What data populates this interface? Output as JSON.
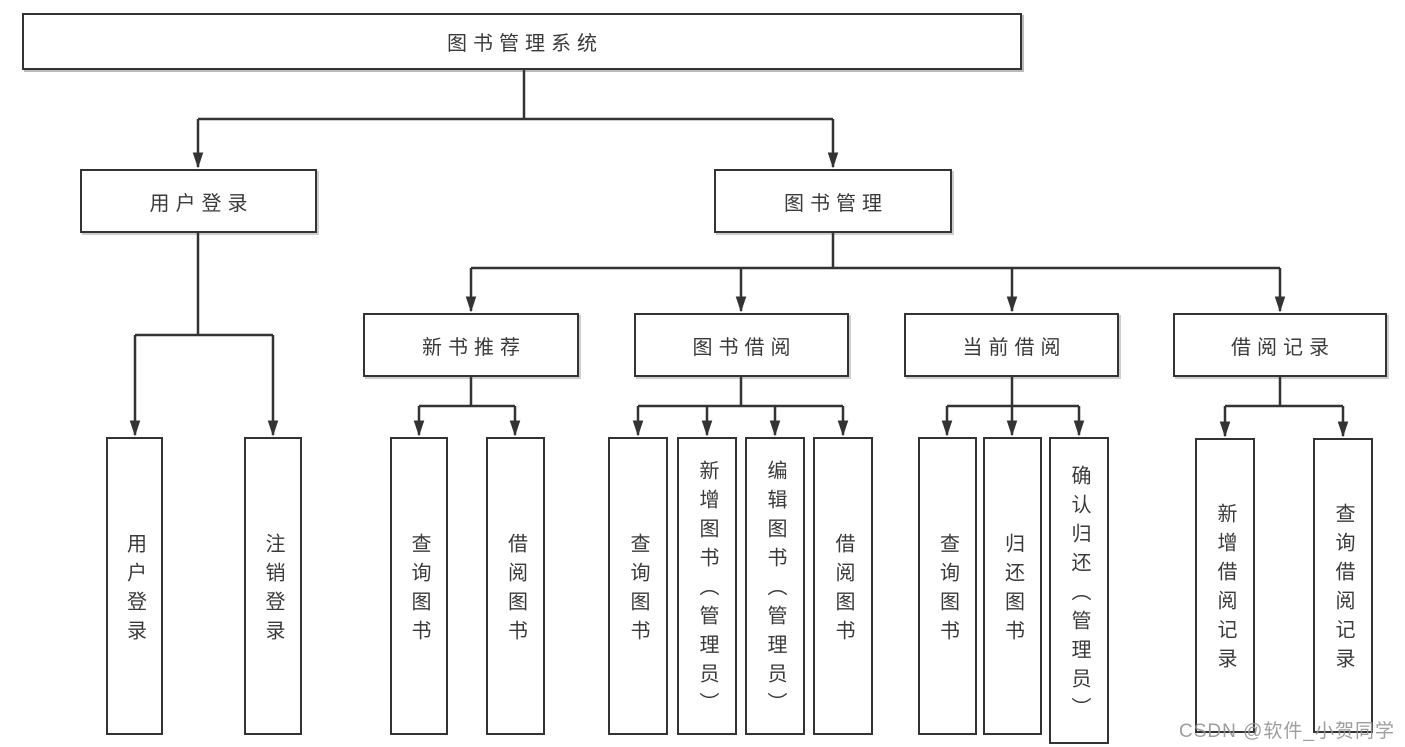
{
  "colors": {
    "line": "#333333",
    "box_border": "#333333",
    "text": "#3a3a3a",
    "background": "#ffffff",
    "watermark": "#949494"
  },
  "watermark": "CSDN @软件_小贺同学",
  "tree": {
    "label": "图书管理系统",
    "children": [
      {
        "label": "用户登录",
        "children": [
          {
            "label": "用户登录"
          },
          {
            "label": "注销登录"
          }
        ]
      },
      {
        "label": "图书管理",
        "children": [
          {
            "label": "新书推荐",
            "children": [
              {
                "label": "查询图书"
              },
              {
                "label": "借阅图书"
              }
            ]
          },
          {
            "label": "图书借阅",
            "children": [
              {
                "label": "查询图书"
              },
              {
                "label": "新增图书（管理员）"
              },
              {
                "label": "编辑图书（管理员）"
              },
              {
                "label": "借阅图书"
              }
            ]
          },
          {
            "label": "当前借阅",
            "children": [
              {
                "label": "查询图书"
              },
              {
                "label": "归还图书"
              },
              {
                "label": "确认归还（管理员）"
              }
            ]
          },
          {
            "label": "借阅记录",
            "children": [
              {
                "label": "新增借阅记录"
              },
              {
                "label": "查询借阅记录"
              }
            ]
          }
        ]
      }
    ]
  }
}
